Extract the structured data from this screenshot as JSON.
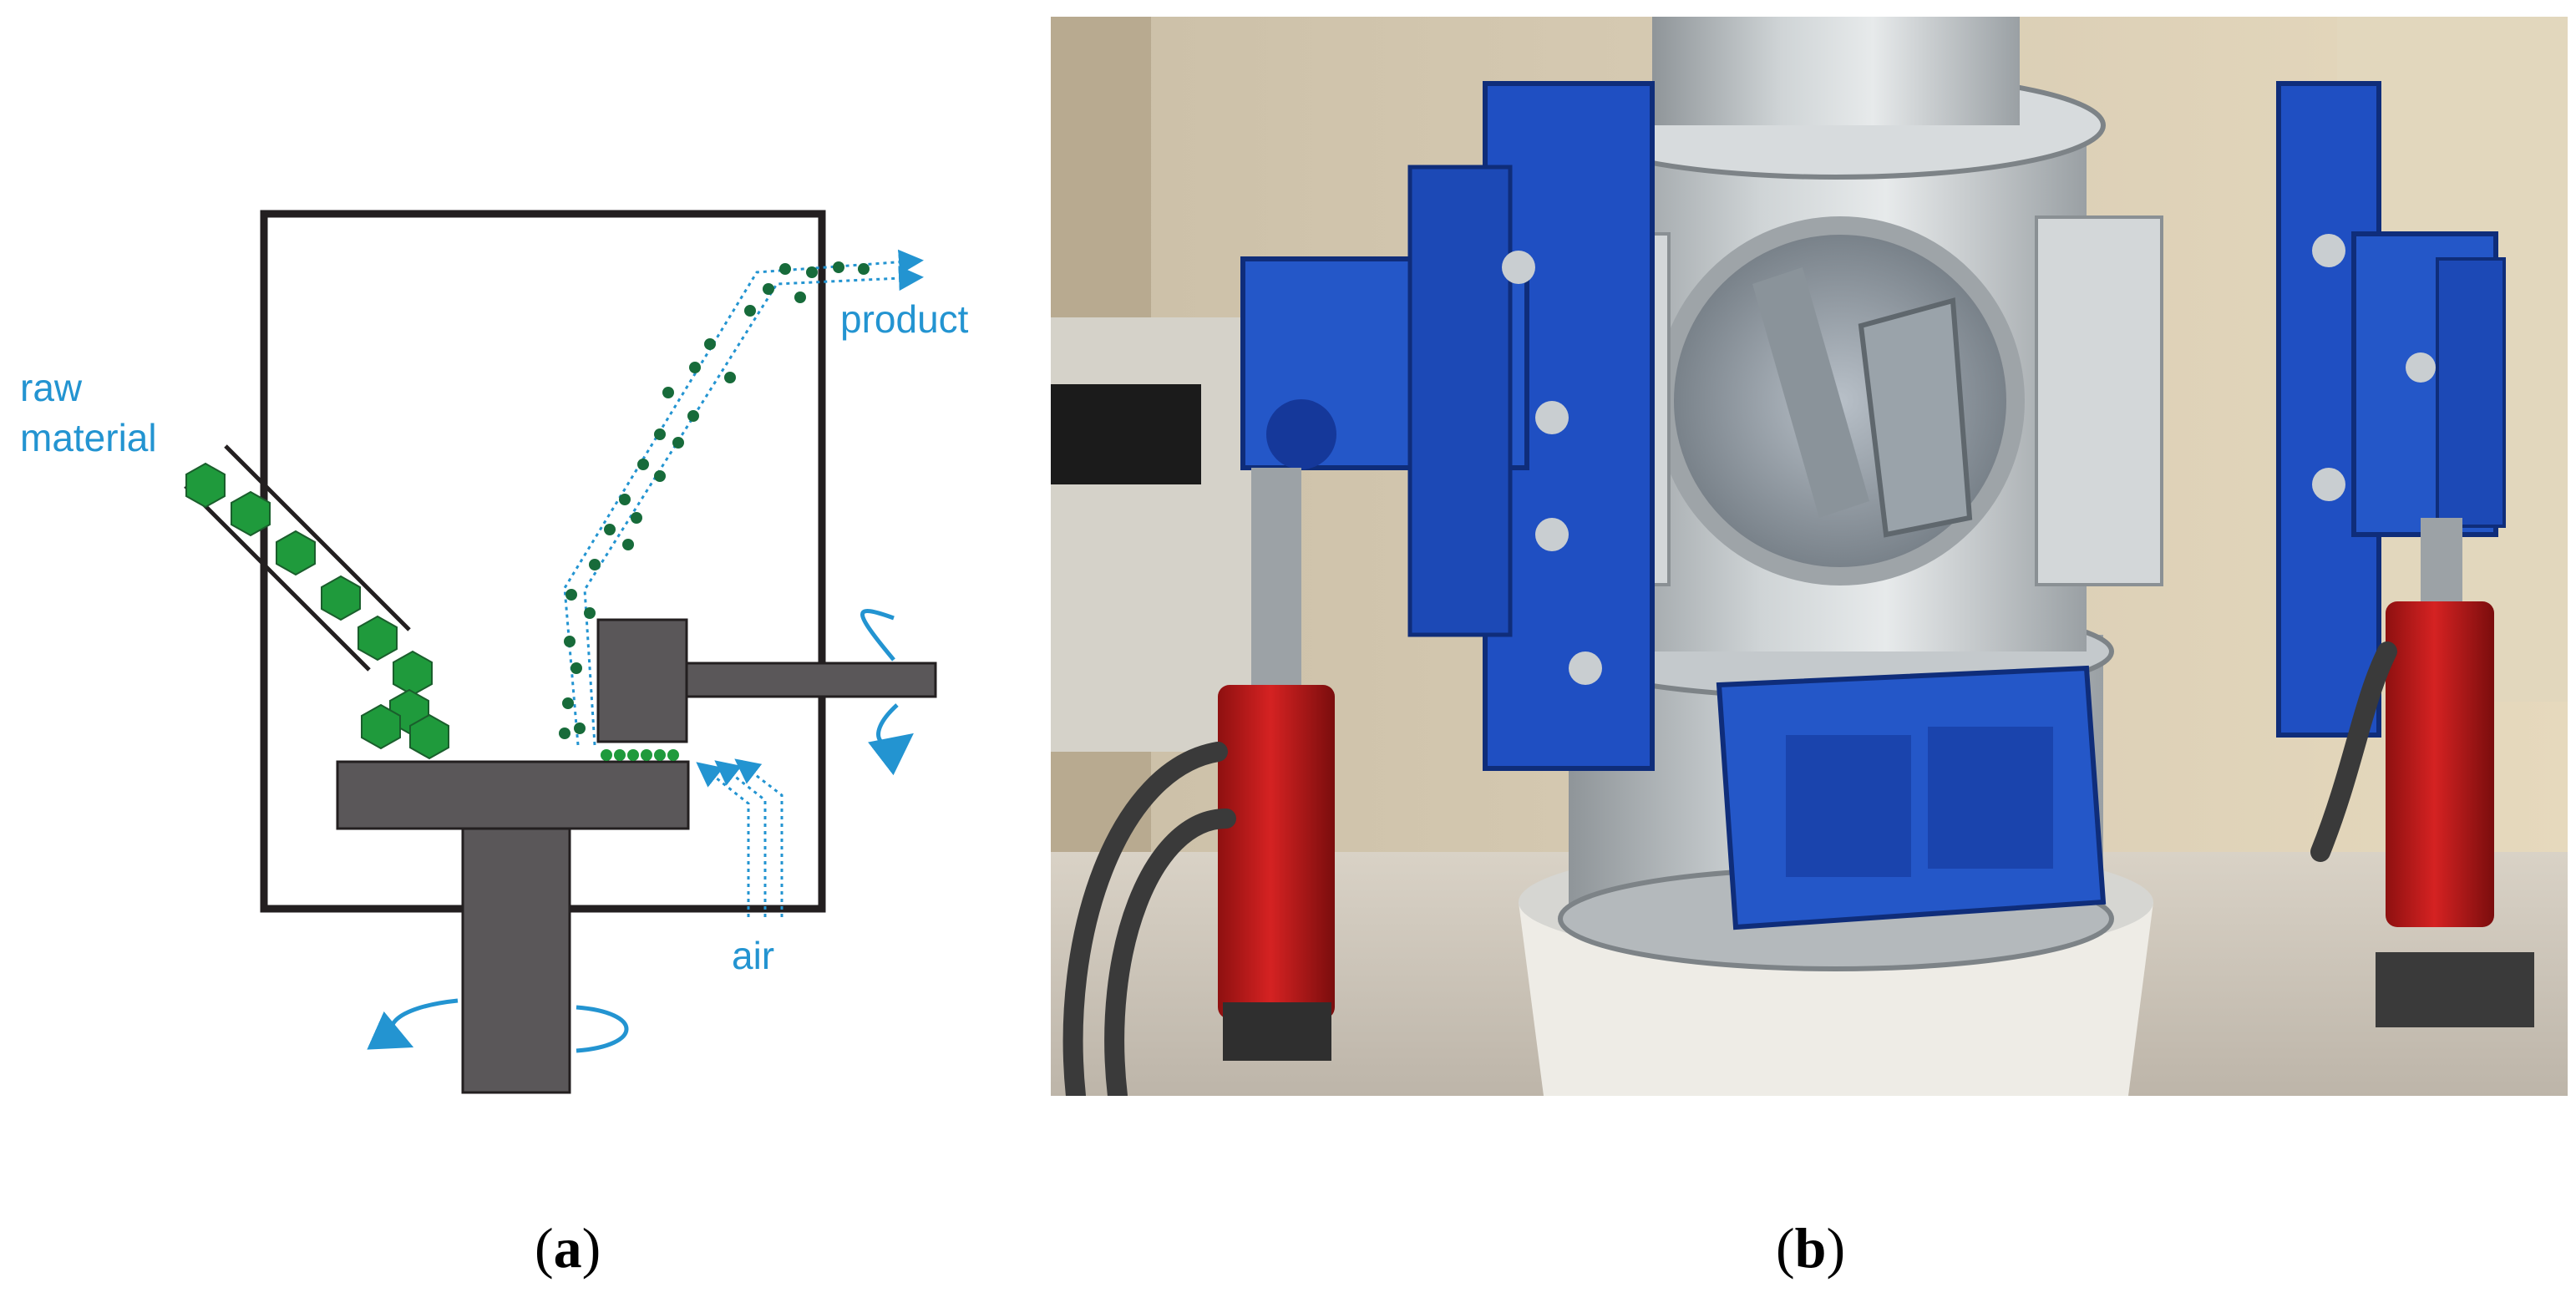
{
  "panel_a": {
    "labels": {
      "raw_material_line1": "raw",
      "raw_material_line2": "material",
      "product": "product",
      "air": "air"
    },
    "caption_letter": "a"
  },
  "panel_b": {
    "caption_letter": "b"
  },
  "colors": {
    "frame": "#231f20",
    "machine": "#5a5759",
    "particle_large": "#1f9a3c",
    "particle_small": "#176b3a",
    "flow_arrow": "#2394d1"
  }
}
